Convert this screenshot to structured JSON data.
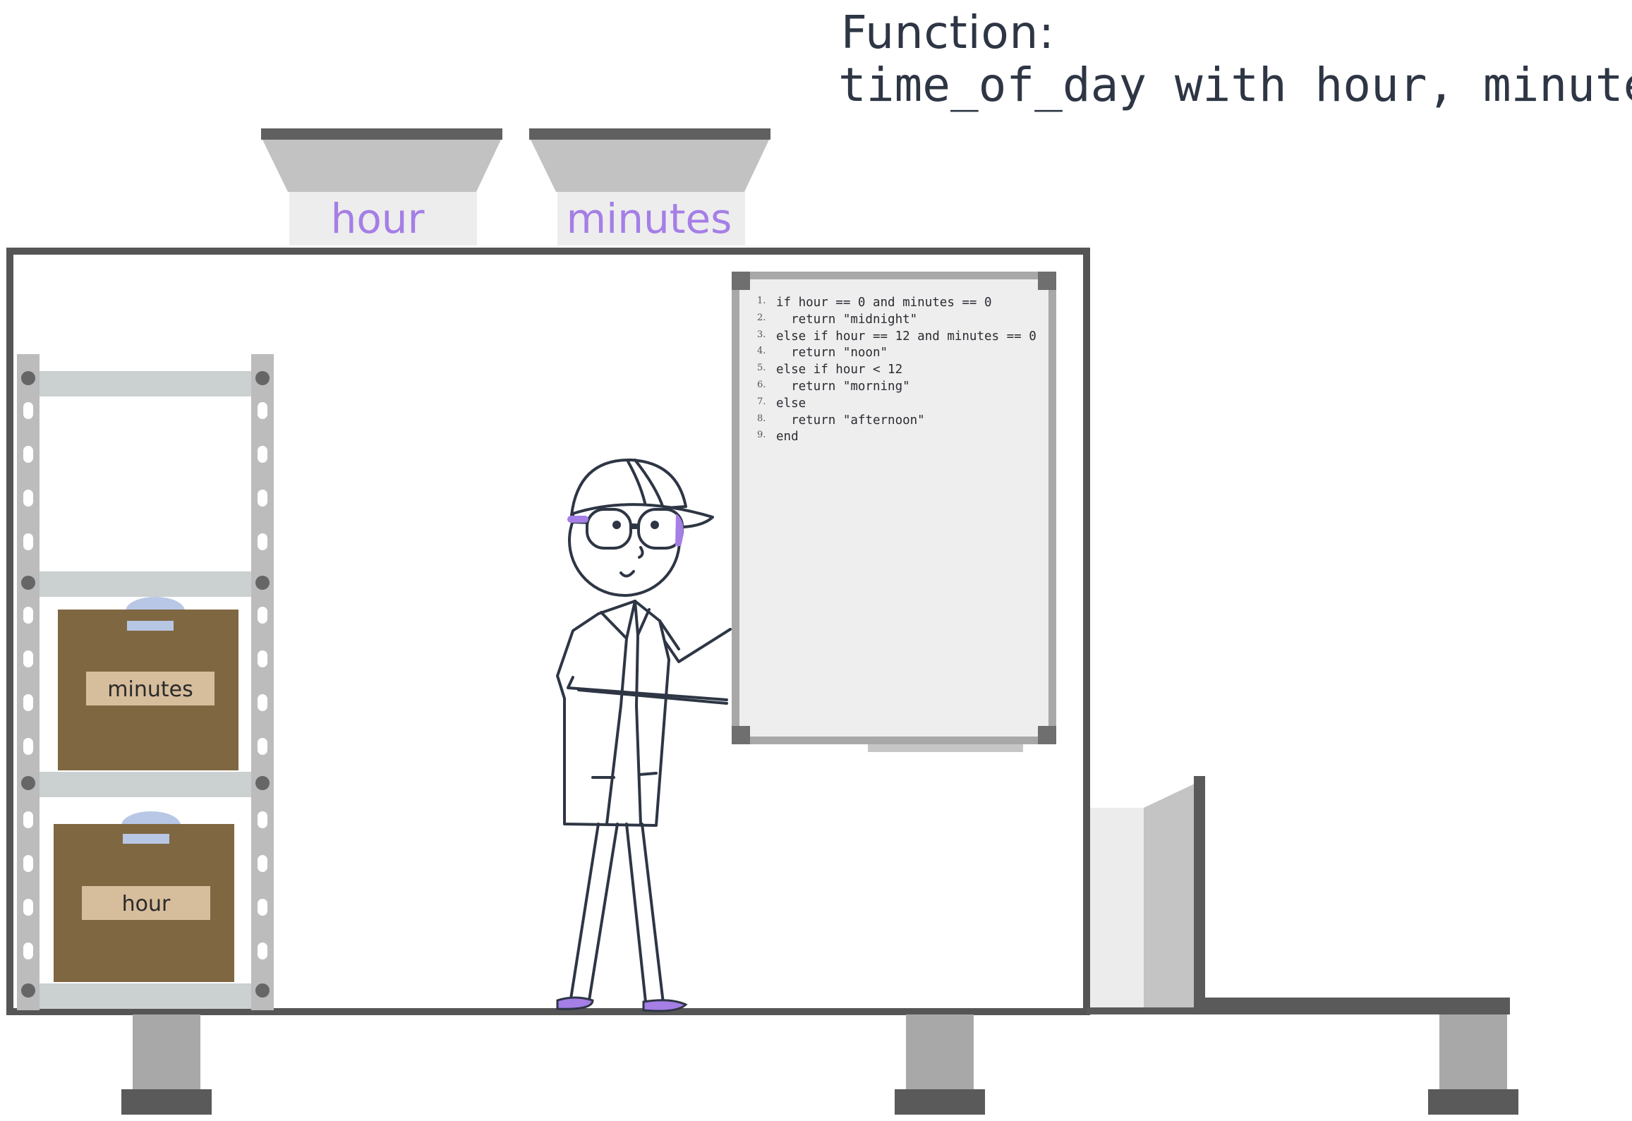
{
  "function_heading": "Function:",
  "function_signature": "time_of_day with hour, minutes",
  "hoppers": [
    {
      "label": "hour"
    },
    {
      "label": "minutes"
    }
  ],
  "shelf_boxes": [
    {
      "label": "minutes"
    },
    {
      "label": "hour"
    }
  ],
  "code_lines": [
    {
      "num": "1.",
      "text": "if hour == 0 and minutes == 0"
    },
    {
      "num": "2.",
      "text": "  return \"midnight\""
    },
    {
      "num": "3.",
      "text": "else if hour == 12 and minutes == 0"
    },
    {
      "num": "4.",
      "text": "  return \"noon\""
    },
    {
      "num": "5.",
      "text": "else if hour < 12"
    },
    {
      "num": "6.",
      "text": "  return \"morning\""
    },
    {
      "num": "7.",
      "text": "else"
    },
    {
      "num": "8.",
      "text": "  return \"afternoon\""
    },
    {
      "num": "9.",
      "text": "end"
    }
  ],
  "colors": {
    "ink": "#2e3645",
    "accent_purple": "#a57ee6",
    "box_brown": "#7f6742",
    "label_tan": "#d6bd9c",
    "frame_gray": "#555555"
  }
}
